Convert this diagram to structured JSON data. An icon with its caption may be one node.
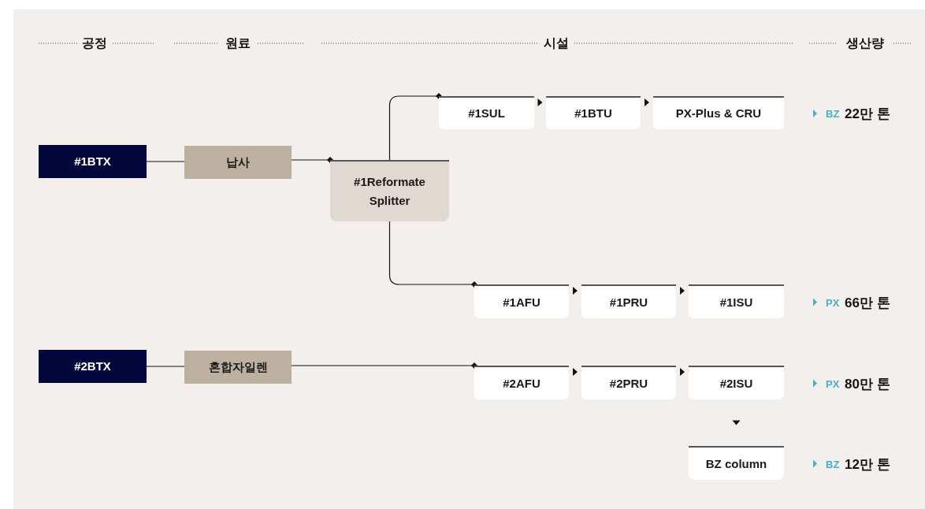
{
  "diagram": {
    "nodes": [
      {
        "text": [
          "#1BTX"
        ]
      },
      {
        "text": [
          "납사"
        ]
      },
      {
        "text": [
          "#1Reformate Splitter"
        ]
      },
      {
        "text": [
          "#1SUL"
        ]
      },
      {
        "text": [
          "#1BTU"
        ]
      },
      {
        "text": [
          "PX-Plus & CRU"
        ],
        "beside": [
          "BZ",
          "22만 톤"
        ]
      },
      {
        "text": [
          "#1AFU"
        ]
      },
      {
        "text": [
          "#1PRU"
        ]
      },
      {
        "text": [
          "#1ISU"
        ],
        "beside": [
          "PX",
          "66만 톤"
        ]
      },
      {
        "text": [
          "#2BTX"
        ]
      },
      {
        "text": [
          "혼합자일렌"
        ]
      },
      {
        "text": [
          "#2AFU"
        ]
      },
      {
        "text": [
          "#2PRU"
        ]
      },
      {
        "text": [
          "#2ISU"
        ],
        "beside": [
          "PX",
          "80만 톤"
        ]
      },
      {
        "text": [
          "BZ column"
        ],
        "beside": [
          "BZ",
          "12만 톤"
        ]
      }
    ],
    "edges": [
      {
        "from": 0,
        "to": 1,
        "arrow": "none"
      },
      {
        "from": 1,
        "to": 2,
        "arrow": "other"
      },
      {
        "from": 2,
        "to": 3,
        "arrow": "other"
      },
      {
        "from": 3,
        "to": 4,
        "arrow": "to"
      },
      {
        "from": 4,
        "to": 5,
        "arrow": "to"
      },
      {
        "from": 2,
        "to": 6,
        "arrow": "other"
      },
      {
        "from": 6,
        "to": 7,
        "arrow": "to"
      },
      {
        "from": 7,
        "to": 8,
        "arrow": "to"
      },
      {
        "from": 9,
        "to": 10,
        "arrow": "none"
      },
      {
        "from": 10,
        "to": 11,
        "arrow": "other"
      },
      {
        "from": 11,
        "to": 12,
        "arrow": "to"
      },
      {
        "from": 12,
        "to": 13,
        "arrow": "to"
      },
      {
        "from": 13,
        "to": 14,
        "arrow": "to"
      }
    ],
    "labels": [
      "공정",
      "원료",
      "시설",
      "생산량"
    ]
  }
}
